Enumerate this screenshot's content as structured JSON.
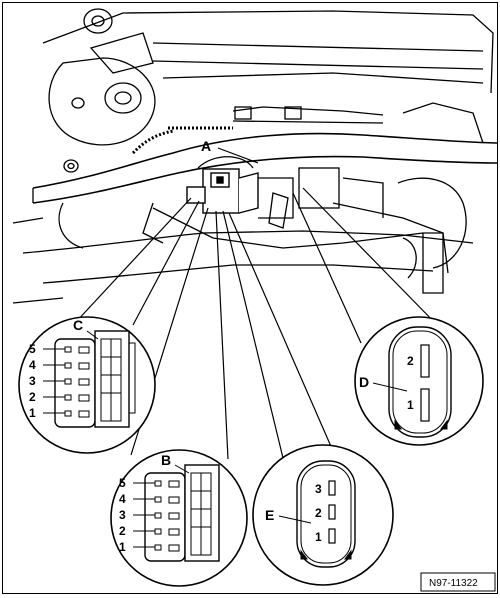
{
  "figure_id": "N97-11322",
  "callouts": {
    "A": "A",
    "B": "B",
    "C": "C",
    "D": "D",
    "E": "E"
  },
  "connector_c": {
    "label": "C",
    "pins": [
      "5",
      "4",
      "3",
      "2",
      "1"
    ]
  },
  "connector_b": {
    "label": "B",
    "pins": [
      "5",
      "4",
      "3",
      "2",
      "1"
    ]
  },
  "connector_d": {
    "label": "D",
    "pins": [
      "2",
      "1"
    ]
  },
  "connector_e": {
    "label": "E",
    "pins": [
      "3",
      "2",
      "1"
    ]
  }
}
